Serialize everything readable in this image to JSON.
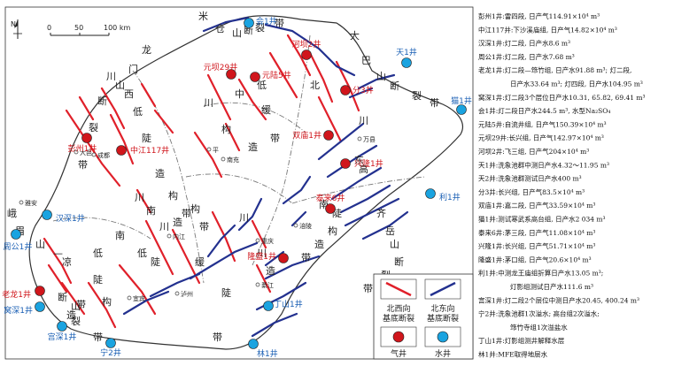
{
  "north_label": "N",
  "scale": {
    "ticks": [
      "0",
      "50",
      "100 km"
    ]
  },
  "regions": [
    {
      "text": "米"
    },
    {
      "text": "仓"
    },
    {
      "text": "山"
    },
    {
      "text": "断"
    },
    {
      "text": "裂"
    },
    {
      "text": "带"
    },
    {
      "text": "大"
    },
    {
      "text": "巴"
    },
    {
      "text": "山"
    },
    {
      "text": "断"
    },
    {
      "text": "裂"
    },
    {
      "text": "带"
    },
    {
      "text": "龙"
    },
    {
      "text": "门"
    },
    {
      "text": "山"
    },
    {
      "text": "断"
    },
    {
      "text": "裂"
    },
    {
      "text": "带"
    },
    {
      "text": "川"
    },
    {
      "text": "西"
    },
    {
      "text": "低"
    },
    {
      "text": "陡"
    },
    {
      "text": "造"
    },
    {
      "text": "构"
    },
    {
      "text": "带"
    },
    {
      "text": "川"
    },
    {
      "text": "中"
    },
    {
      "text": "低"
    },
    {
      "text": "缓"
    },
    {
      "text": "构"
    },
    {
      "text": "造"
    },
    {
      "text": "带"
    },
    {
      "text": "北"
    },
    {
      "text": "川"
    },
    {
      "text": "东"
    },
    {
      "text": "高"
    },
    {
      "text": "陡"
    },
    {
      "text": "构"
    },
    {
      "text": "造"
    },
    {
      "text": "带"
    },
    {
      "text": "川"
    },
    {
      "text": "南"
    },
    {
      "text": "低"
    },
    {
      "text": "陡"
    },
    {
      "text": "构"
    },
    {
      "text": "造"
    },
    {
      "text": "带"
    },
    {
      "text": "峨"
    },
    {
      "text": "眉"
    },
    {
      "text": "山"
    },
    {
      "text": "—"
    },
    {
      "text": "凉"
    },
    {
      "text": "山"
    },
    {
      "text": "断"
    },
    {
      "text": "裂"
    },
    {
      "text": "带"
    },
    {
      "text": "川"
    },
    {
      "text": "南"
    },
    {
      "text": "低"
    },
    {
      "text": "陡"
    },
    {
      "text": "造"
    },
    {
      "text": "构"
    },
    {
      "text": "带"
    },
    {
      "text": "齐"
    },
    {
      "text": "岳"
    },
    {
      "text": "山"
    },
    {
      "text": "断"
    },
    {
      "text": "裂"
    },
    {
      "text": "带"
    },
    {
      "text": "带"
    },
    {
      "text": "造"
    },
    {
      "text": "缓"
    },
    {
      "text": "川"
    },
    {
      "text": "陡"
    },
    {
      "text": "川"
    },
    {
      "text": "南"
    }
  ],
  "cities": [
    {
      "name": "平"
    },
    {
      "name": "南充"
    },
    {
      "name": "万县"
    },
    {
      "name": "大邑"
    },
    {
      "name": "成都"
    },
    {
      "name": "雅安"
    },
    {
      "name": "内江"
    },
    {
      "name": "重庆"
    },
    {
      "name": "涪陵"
    },
    {
      "name": "綦江"
    },
    {
      "name": "宜宾"
    },
    {
      "name": "泸州"
    }
  ],
  "wells": [
    {
      "name": "会1井",
      "type": "water"
    },
    {
      "name": "河坝2井",
      "type": "gas"
    },
    {
      "name": "天1井",
      "type": "water"
    },
    {
      "name": "元坝29井",
      "type": "gas"
    },
    {
      "name": "元陆5井",
      "type": "gas"
    },
    {
      "name": "分3井",
      "type": "gas"
    },
    {
      "name": "猫1井",
      "type": "water"
    },
    {
      "name": "双庙1井",
      "type": "gas"
    },
    {
      "name": "彭州1井",
      "type": "gas"
    },
    {
      "name": "中江117井",
      "type": "gas"
    },
    {
      "name": "兴隆1井",
      "type": "gas"
    },
    {
      "name": "泰来6井",
      "type": "gas"
    },
    {
      "name": "利1井",
      "type": "water"
    },
    {
      "name": "汉深1井",
      "type": "water"
    },
    {
      "name": "周公1井",
      "type": "water"
    },
    {
      "name": "隆盛1井",
      "type": "gas"
    },
    {
      "name": "老龙1井",
      "type": "gas"
    },
    {
      "name": "窝深1井",
      "type": "water"
    },
    {
      "name": "丁山1井",
      "type": "water"
    },
    {
      "name": "宫深1井",
      "type": "water"
    },
    {
      "name": "宁2井",
      "type": "water"
    },
    {
      "name": "林1井",
      "type": "water"
    }
  ],
  "legend": {
    "nw_fault": "北西向基底断裂",
    "ne_fault": "北东向基底断裂",
    "gas_well": "气井",
    "water_well": "水井"
  },
  "notes": [
    "彭州1井:雷四段, 日产气114.91×10⁴ m³",
    "中江117井:下沙溪庙组, 日产气14.82×10⁴ m³",
    "汉深1井:灯二段, 日产水8.6 m³",
    "周公1井:灯二段, 日产水7.68 m³",
    "老龙1井:灯二段—筇竹组, 日产水91.88 m³; 灯二段,",
    "日产水33.64 m³; 灯四段, 日产水104.95 m³",
    "窝深1井:灯二段3个层位日产水10.31, 65.82, 69.41 m³",
    "会1井:灯二段日产水244.5 m³, 水型Na₂SO₄",
    "元陆5井:自流井组, 日产气150.39×10⁴ m³",
    "元坝29井:长兴组, 日产气142.97×10⁴ m³",
    "河坝2井:飞三组, 日产气204×10⁴ m³",
    "天1井:洗象池群中测日产水4.32～11.95 m³",
    "天2井:洗象池群测试日产水400 m³",
    "分3井:长兴组, 日产气83.5×10⁴ m³",
    "双庙1井:嘉二段, 日产气33.59×10⁴ m³",
    "猫1井:测试寒武系高台组, 日产水2 034 m³",
    "泰来6井:茅三段, 日产气11.08×10⁴ m³",
    "兴隆1井:长兴组, 日产气51.71×10⁴ m³",
    "隆盛1井:茅口组, 日产气20.6×10⁴ m³",
    "利1井:中测龙王庙组折算日产水13.05 m³;",
    "灯影组测试日产水111.6 m³",
    "宫深1井:灯二段2个层位中测日产水20.45, 400.24 m³",
    "宁2井:洗象池群1次溢水; 高台组2次溢水;",
    "筇竹寺组1次溢盐水",
    "丁山1井:灯影组测井解释水层",
    "林1井:MFE取得地层水"
  ],
  "colors": {
    "gas": "#d0161c",
    "water": "#1aa3e0",
    "nw_fault": "#e0202a",
    "ne_fault": "#23318f"
  }
}
